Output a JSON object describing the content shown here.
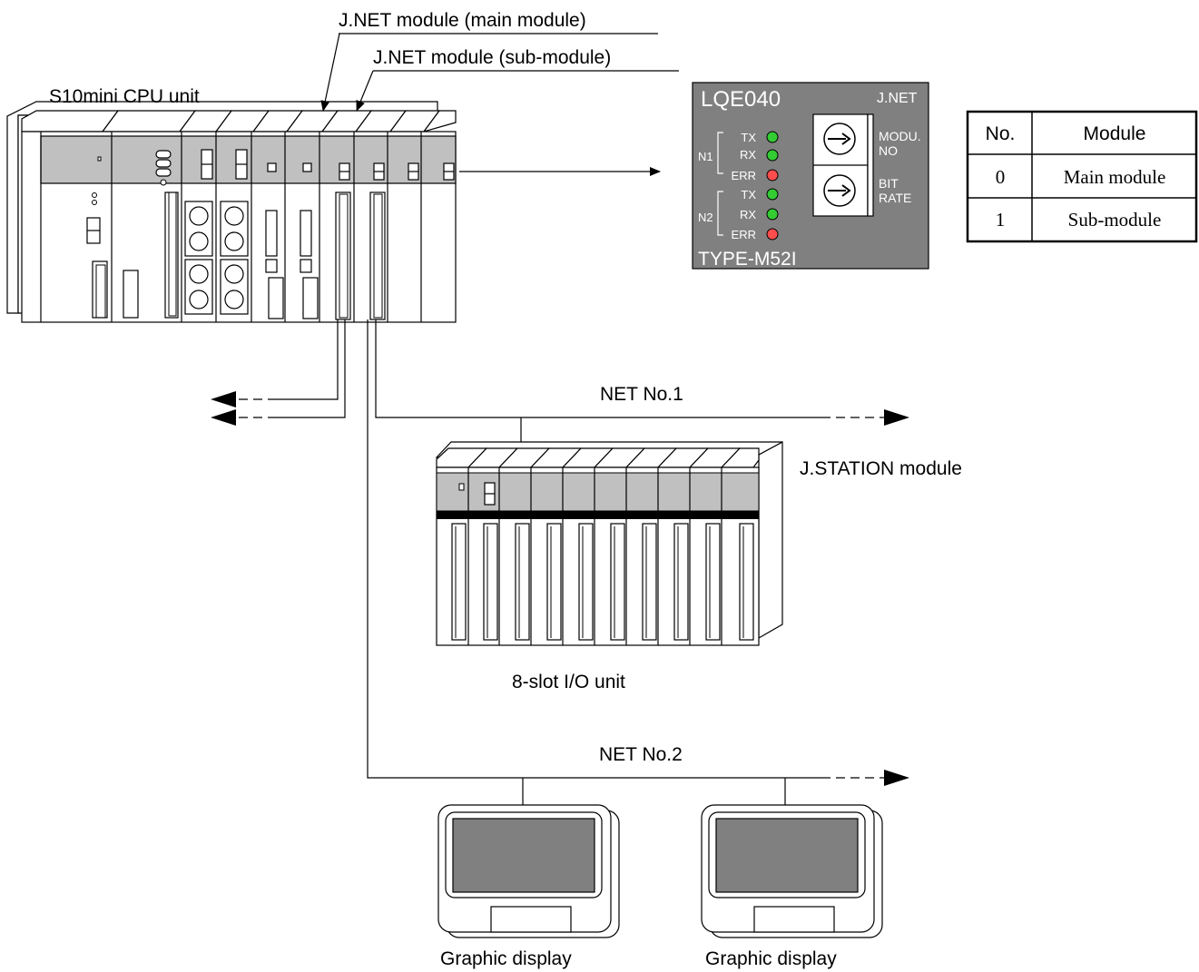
{
  "labels": {
    "main_module": "J.NET module (main module)",
    "sub_module": "J.NET module (sub-module)",
    "cpu_unit": "S10mini CPU unit",
    "net1": "NET No.1",
    "net2": "NET No.2",
    "jstation": "J.STATION module",
    "io_unit": "8-slot I/O unit",
    "display_1": "Graphic display",
    "display_2": "Graphic display"
  },
  "panel": {
    "model": "LQE040",
    "network": "J.NET",
    "type": "TYPE-M52I",
    "n1": "N1",
    "n2": "N2",
    "leds": [
      "TX",
      "RX",
      "ERR",
      "TX",
      "RX",
      "ERR"
    ],
    "switch1": [
      "MODU.",
      "NO"
    ],
    "switch2": [
      "BIT",
      "RATE"
    ],
    "colors": {
      "background": "#808080",
      "led_ok": "#33cc33",
      "led_err": "#ff4d4d"
    }
  },
  "table": {
    "headers": [
      "No.",
      "Module"
    ],
    "rows": [
      {
        "no": "0",
        "module": "Main module"
      },
      {
        "no": "1",
        "module": "Sub-module"
      }
    ]
  }
}
